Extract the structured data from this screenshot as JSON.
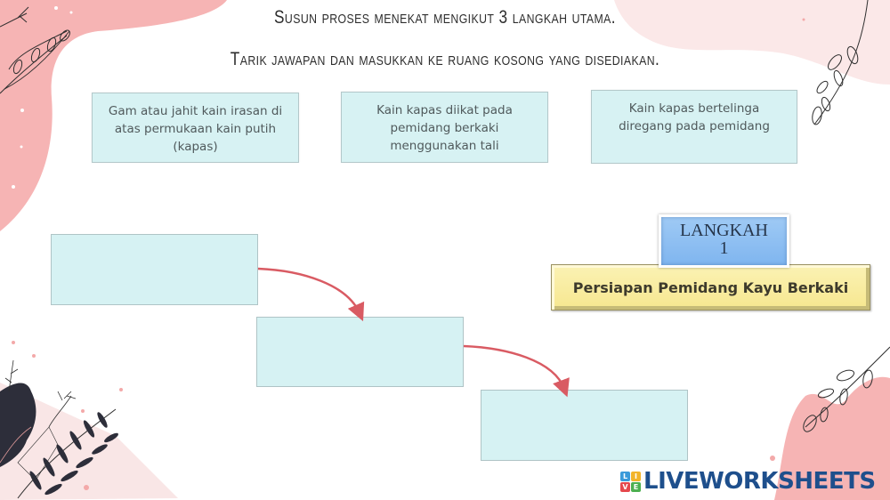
{
  "instructions": {
    "line1": "Susun proses menekat mengikut 3 langkah utama.",
    "line2": "Tarik jawapan dan masukkan ke ruang kosong yang disediakan."
  },
  "answer_cards": [
    {
      "lines": [
        "Gam atau jahit kain irasan di",
        "atas permukaan kain putih",
        "(kapas)"
      ]
    },
    {
      "lines": [
        "Kain kapas diikat pada",
        "pemidang berkaki",
        "menggunakan tali"
      ]
    },
    {
      "lines": [
        "Kain kapas bertelinga",
        "diregang pada pemidang"
      ]
    }
  ],
  "drop_slots": [
    {
      "value": ""
    },
    {
      "value": ""
    },
    {
      "value": ""
    }
  ],
  "step": {
    "label": "LANGKAH",
    "number": "1",
    "title": "Persiapan Pemidang Kayu Berkaki"
  },
  "brand": {
    "logo_letters": [
      "L",
      "I",
      "V",
      "E"
    ],
    "logo_colors": [
      "#3b9ad9",
      "#f2b42b",
      "#e5484d",
      "#4caf50"
    ],
    "name": "LIVEWORKSHEETS"
  },
  "colors": {
    "card_bg": "#d7f2f3",
    "arrow": "#d95b63",
    "step_badge": "#8ebff2",
    "step_title": "#f8eca2",
    "pink_blob": "#f6b4b4",
    "brand_text": "#1e4f8c"
  }
}
